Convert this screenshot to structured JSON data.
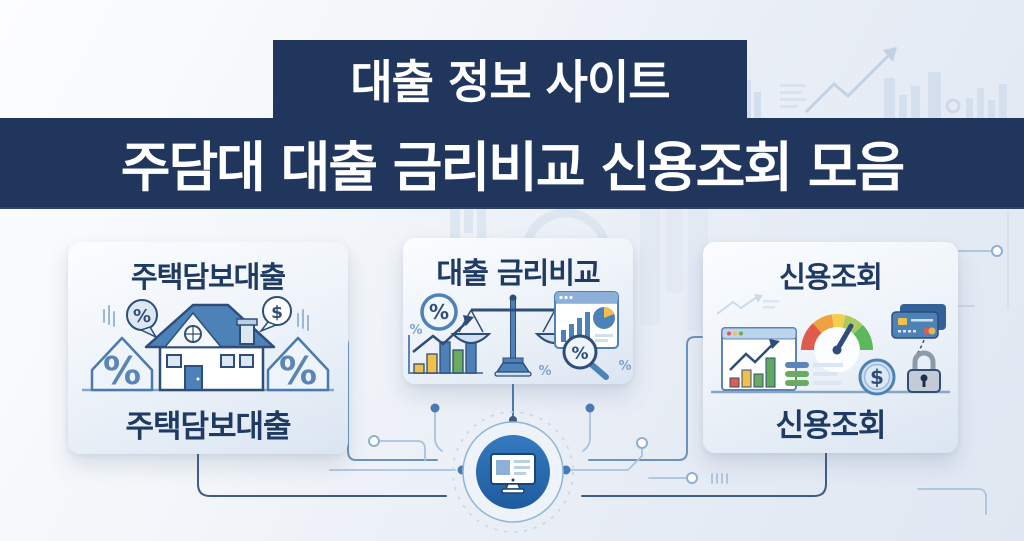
{
  "header": {
    "title": "대출 정보 사이트",
    "subtitle": "주담대 대출 금리비교 신용조회 모음"
  },
  "cards": [
    {
      "id": "mortgage-loan",
      "title": "주택담보대출",
      "footer": "주택담보대출",
      "icons": [
        "house-icon",
        "percent-house-icon",
        "percent-bubble-icon",
        "dollar-bubble-icon"
      ]
    },
    {
      "id": "rate-comparison",
      "title": "대출 금리비교",
      "icons": [
        "percent-badge-icon",
        "growth-bar-chart-icon",
        "balance-scale-icon",
        "report-window-icon",
        "magnifier-percent-icon"
      ]
    },
    {
      "id": "credit-check",
      "title": "신용조회",
      "footer": "신용조회",
      "icons": [
        "chart-window-icon",
        "credit-score-gauge-icon",
        "credit-cards-icon",
        "dollar-coin-icon",
        "security-lock-icon"
      ]
    }
  ],
  "hub": {
    "icon": "computer-monitor-icon"
  },
  "glyphs": {
    "percent": "%",
    "dollar": "$"
  },
  "colors": {
    "navy_band": "#20365c",
    "card_title_navy": "#1f3a63",
    "outline_navy": "#2e4e79",
    "accent_blue": "#4d82b8",
    "line_blue": "#6b93c0",
    "light_blue": "#b9cfe4",
    "yellow": "#f0c04a",
    "green": "#6aab5e",
    "red": "#e05b4b",
    "orange": "#f0a13f",
    "hub_blue": "#2a6cb0"
  }
}
